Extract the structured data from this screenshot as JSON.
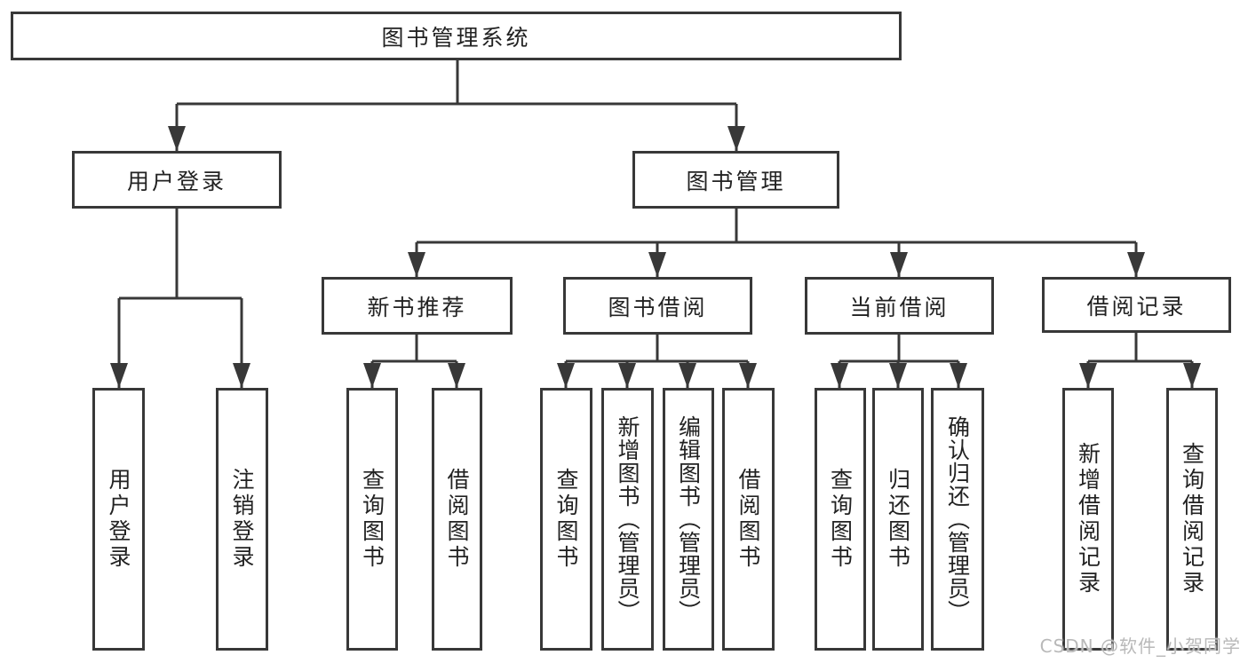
{
  "diagram": {
    "title": "图书管理系统",
    "root": {
      "label": "图书管理系统"
    },
    "level2": [
      {
        "label": "用户登录",
        "parent": "图书管理系统"
      },
      {
        "label": "图书管理",
        "parent": "图书管理系统"
      }
    ],
    "level3": [
      {
        "label": "新书推荐",
        "parent": "图书管理"
      },
      {
        "label": "图书借阅",
        "parent": "图书管理"
      },
      {
        "label": "当前借阅",
        "parent": "图书管理"
      },
      {
        "label": "借阅记录",
        "parent": "图书管理"
      }
    ],
    "leaves": [
      {
        "label": "用户登录",
        "parent": "用户登录"
      },
      {
        "label": "注销登录",
        "parent": "用户登录"
      },
      {
        "label": "查询图书",
        "parent": "新书推荐"
      },
      {
        "label": "借阅图书",
        "parent": "新书推荐"
      },
      {
        "label": "查询图书",
        "parent": "图书借阅"
      },
      {
        "label": "新增图书（管理员）",
        "parent": "图书借阅"
      },
      {
        "label": "编辑图书（管理员）",
        "parent": "图书借阅"
      },
      {
        "label": "借阅图书",
        "parent": "图书借阅"
      },
      {
        "label": "查询图书",
        "parent": "当前借阅"
      },
      {
        "label": "归还图书",
        "parent": "当前借阅"
      },
      {
        "label": "确认归还（管理员）",
        "parent": "当前借阅"
      },
      {
        "label": "新增借阅记录",
        "parent": "借阅记录"
      },
      {
        "label": "查询借阅记录",
        "parent": "借阅记录"
      }
    ]
  },
  "watermark": {
    "text": "CSDN @软件_小贺同学"
  },
  "colors": {
    "line": "#383838",
    "border": "#383838",
    "text": "#222222",
    "background": "#ffffff",
    "watermark": "#b9b9b9"
  }
}
